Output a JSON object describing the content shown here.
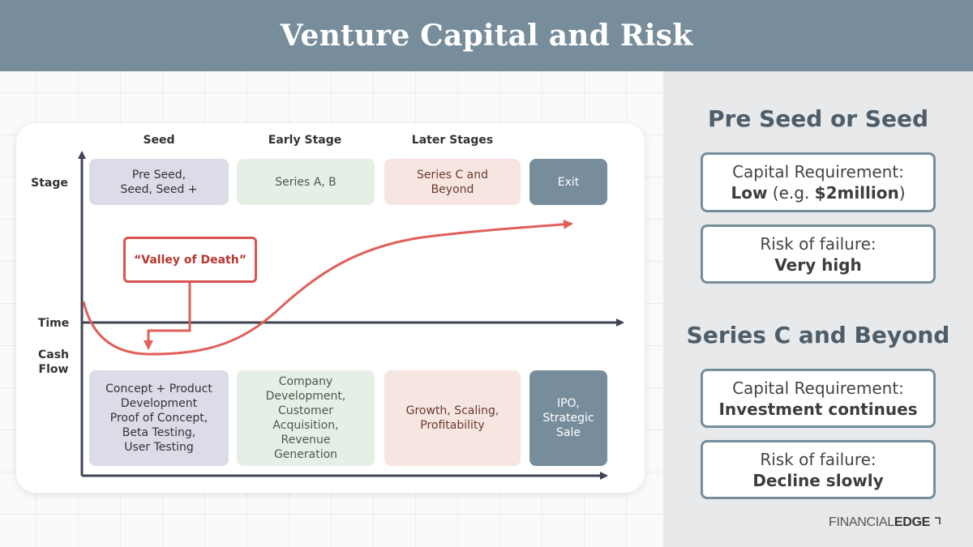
{
  "header": {
    "title": "Venture Capital and Risk"
  },
  "diagram": {
    "columns": [
      "Seed",
      "Early Stage",
      "Later Stages"
    ],
    "axis_labels": {
      "stage": "Stage",
      "time": "Time",
      "cash_flow": "Cash\nFlow"
    },
    "stage_boxes": [
      "Pre Seed,\nSeed, Seed +",
      "Series A, B",
      "Series C and\nBeyond",
      "Exit"
    ],
    "activity_boxes": [
      "Concept + Product\nDevelopment\nProof of Concept,\nBeta Testing,\nUser Testing",
      "Company\nDevelopment,\nCustomer\nAcquisition,\nRevenue\nGeneration",
      "Growth, Scaling,\nProfitability",
      "IPO,\nStrategic\nSale"
    ],
    "callout": "“Valley of Death”",
    "colors": {
      "curve": "#e0605a",
      "axis": "#3f4456",
      "accent": "#778d9b"
    }
  },
  "right_panel": {
    "sections": [
      {
        "title": "Pre Seed or Seed",
        "capital_label": "Capital Requirement:",
        "capital_bold": "Low",
        "capital_mid": " (e.g. ",
        "capital_bold2": "$2million",
        "capital_end": ")",
        "risk_label": "Risk of failure:",
        "risk_value": "Very high"
      },
      {
        "title": "Series C and Beyond",
        "capital_label": "Capital Requirement:",
        "capital_bold": "Investment continues",
        "risk_label": "Risk of failure:",
        "risk_value": "Decline slowly"
      }
    ]
  },
  "logo": {
    "part1": "FINANCIAL",
    "part2": "EDGE"
  }
}
